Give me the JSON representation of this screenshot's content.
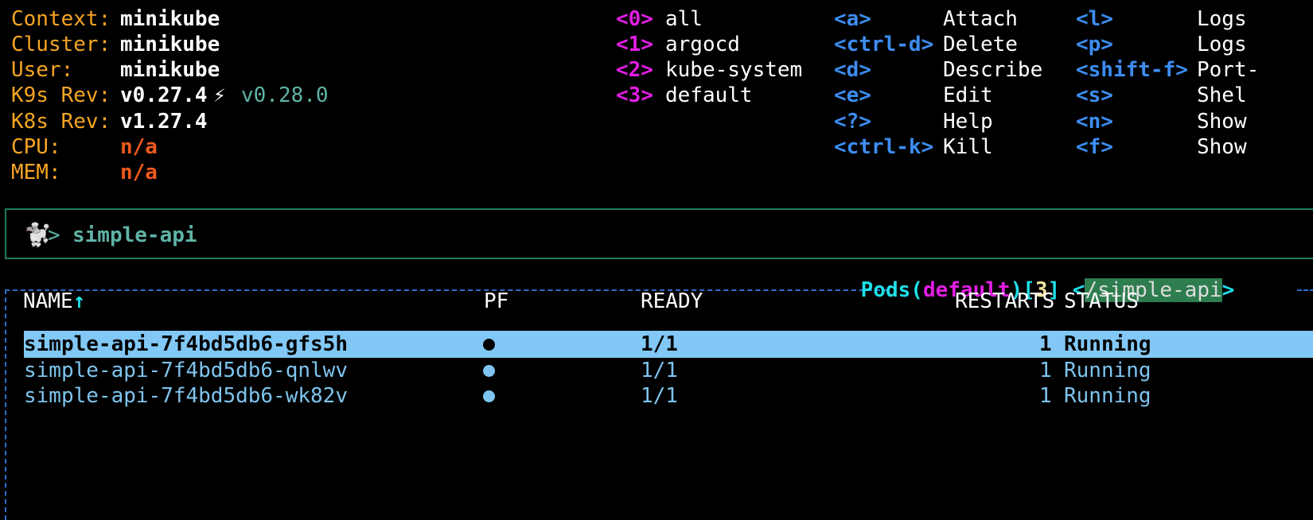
{
  "info": {
    "context_label": "Context:",
    "context_value": "minikube",
    "cluster_label": "Cluster:",
    "cluster_value": "minikube",
    "user_label": "User:",
    "user_value": "minikube",
    "k9s_label": "K9s Rev:",
    "k9s_value": "v0.27.4",
    "k9s_update_icon": "⚡",
    "k9s_update": "v0.28.0",
    "k8s_label": "K8s Rev:",
    "k8s_value": "v1.27.4",
    "cpu_label": "CPU:",
    "cpu_value": "n/a",
    "mem_label": "MEM:",
    "mem_value": "n/a"
  },
  "namespaces": [
    {
      "key": "<0>",
      "name": "all"
    },
    {
      "key": "<1>",
      "name": "argocd"
    },
    {
      "key": "<2>",
      "name": "kube-system"
    },
    {
      "key": "<3>",
      "name": "default"
    }
  ],
  "shortcuts_col1": [
    {
      "key": "<a>",
      "action": "Attach"
    },
    {
      "key": "<ctrl-d>",
      "action": "Delete"
    },
    {
      "key": "<d>",
      "action": "Describe"
    },
    {
      "key": "<e>",
      "action": "Edit"
    },
    {
      "key": "<?>",
      "action": "Help"
    },
    {
      "key": "<ctrl-k>",
      "action": "Kill"
    }
  ],
  "shortcuts_col2": [
    {
      "key": "<l>",
      "action": "Logs"
    },
    {
      "key": "<p>",
      "action": "Logs"
    },
    {
      "key": "<shift-f>",
      "action": "Port-"
    },
    {
      "key": "<s>",
      "action": "Shel"
    },
    {
      "key": "<n>",
      "action": "Show"
    },
    {
      "key": "<f>",
      "action": "Show"
    }
  ],
  "command": {
    "icon": "🐩",
    "prompt": ">",
    "text": "simple-api"
  },
  "table": {
    "title_resource": "Pods",
    "title_open": "(",
    "title_namespace": "default",
    "title_close": ")",
    "count_open": "[",
    "count": "3",
    "count_close": "]",
    "filter_open": "<",
    "filter": "/simple-api",
    "filter_close": ">",
    "columns": {
      "name": "NAME",
      "sort_icon": "↑",
      "pf": "PF",
      "ready": "READY",
      "restarts": "RESTARTS",
      "status": "STATUS"
    },
    "rows": [
      {
        "name": "simple-api-7f4bd5db6-gfs5h",
        "ready": "1/1",
        "restarts": "1",
        "status": "Running",
        "selected": true
      },
      {
        "name": "simple-api-7f4bd5db6-qnlwv",
        "ready": "1/1",
        "restarts": "1",
        "status": "Running",
        "selected": false
      },
      {
        "name": "simple-api-7f4bd5db6-wk82v",
        "ready": "1/1",
        "restarts": "1",
        "status": "Running",
        "selected": false
      }
    ]
  },
  "colors": {
    "label": "#f5a524",
    "namespace_key": "#e21ee4",
    "shortcut_key": "#3c8df0",
    "selection": "#82c8f6",
    "row_text": "#7ec4ee"
  }
}
